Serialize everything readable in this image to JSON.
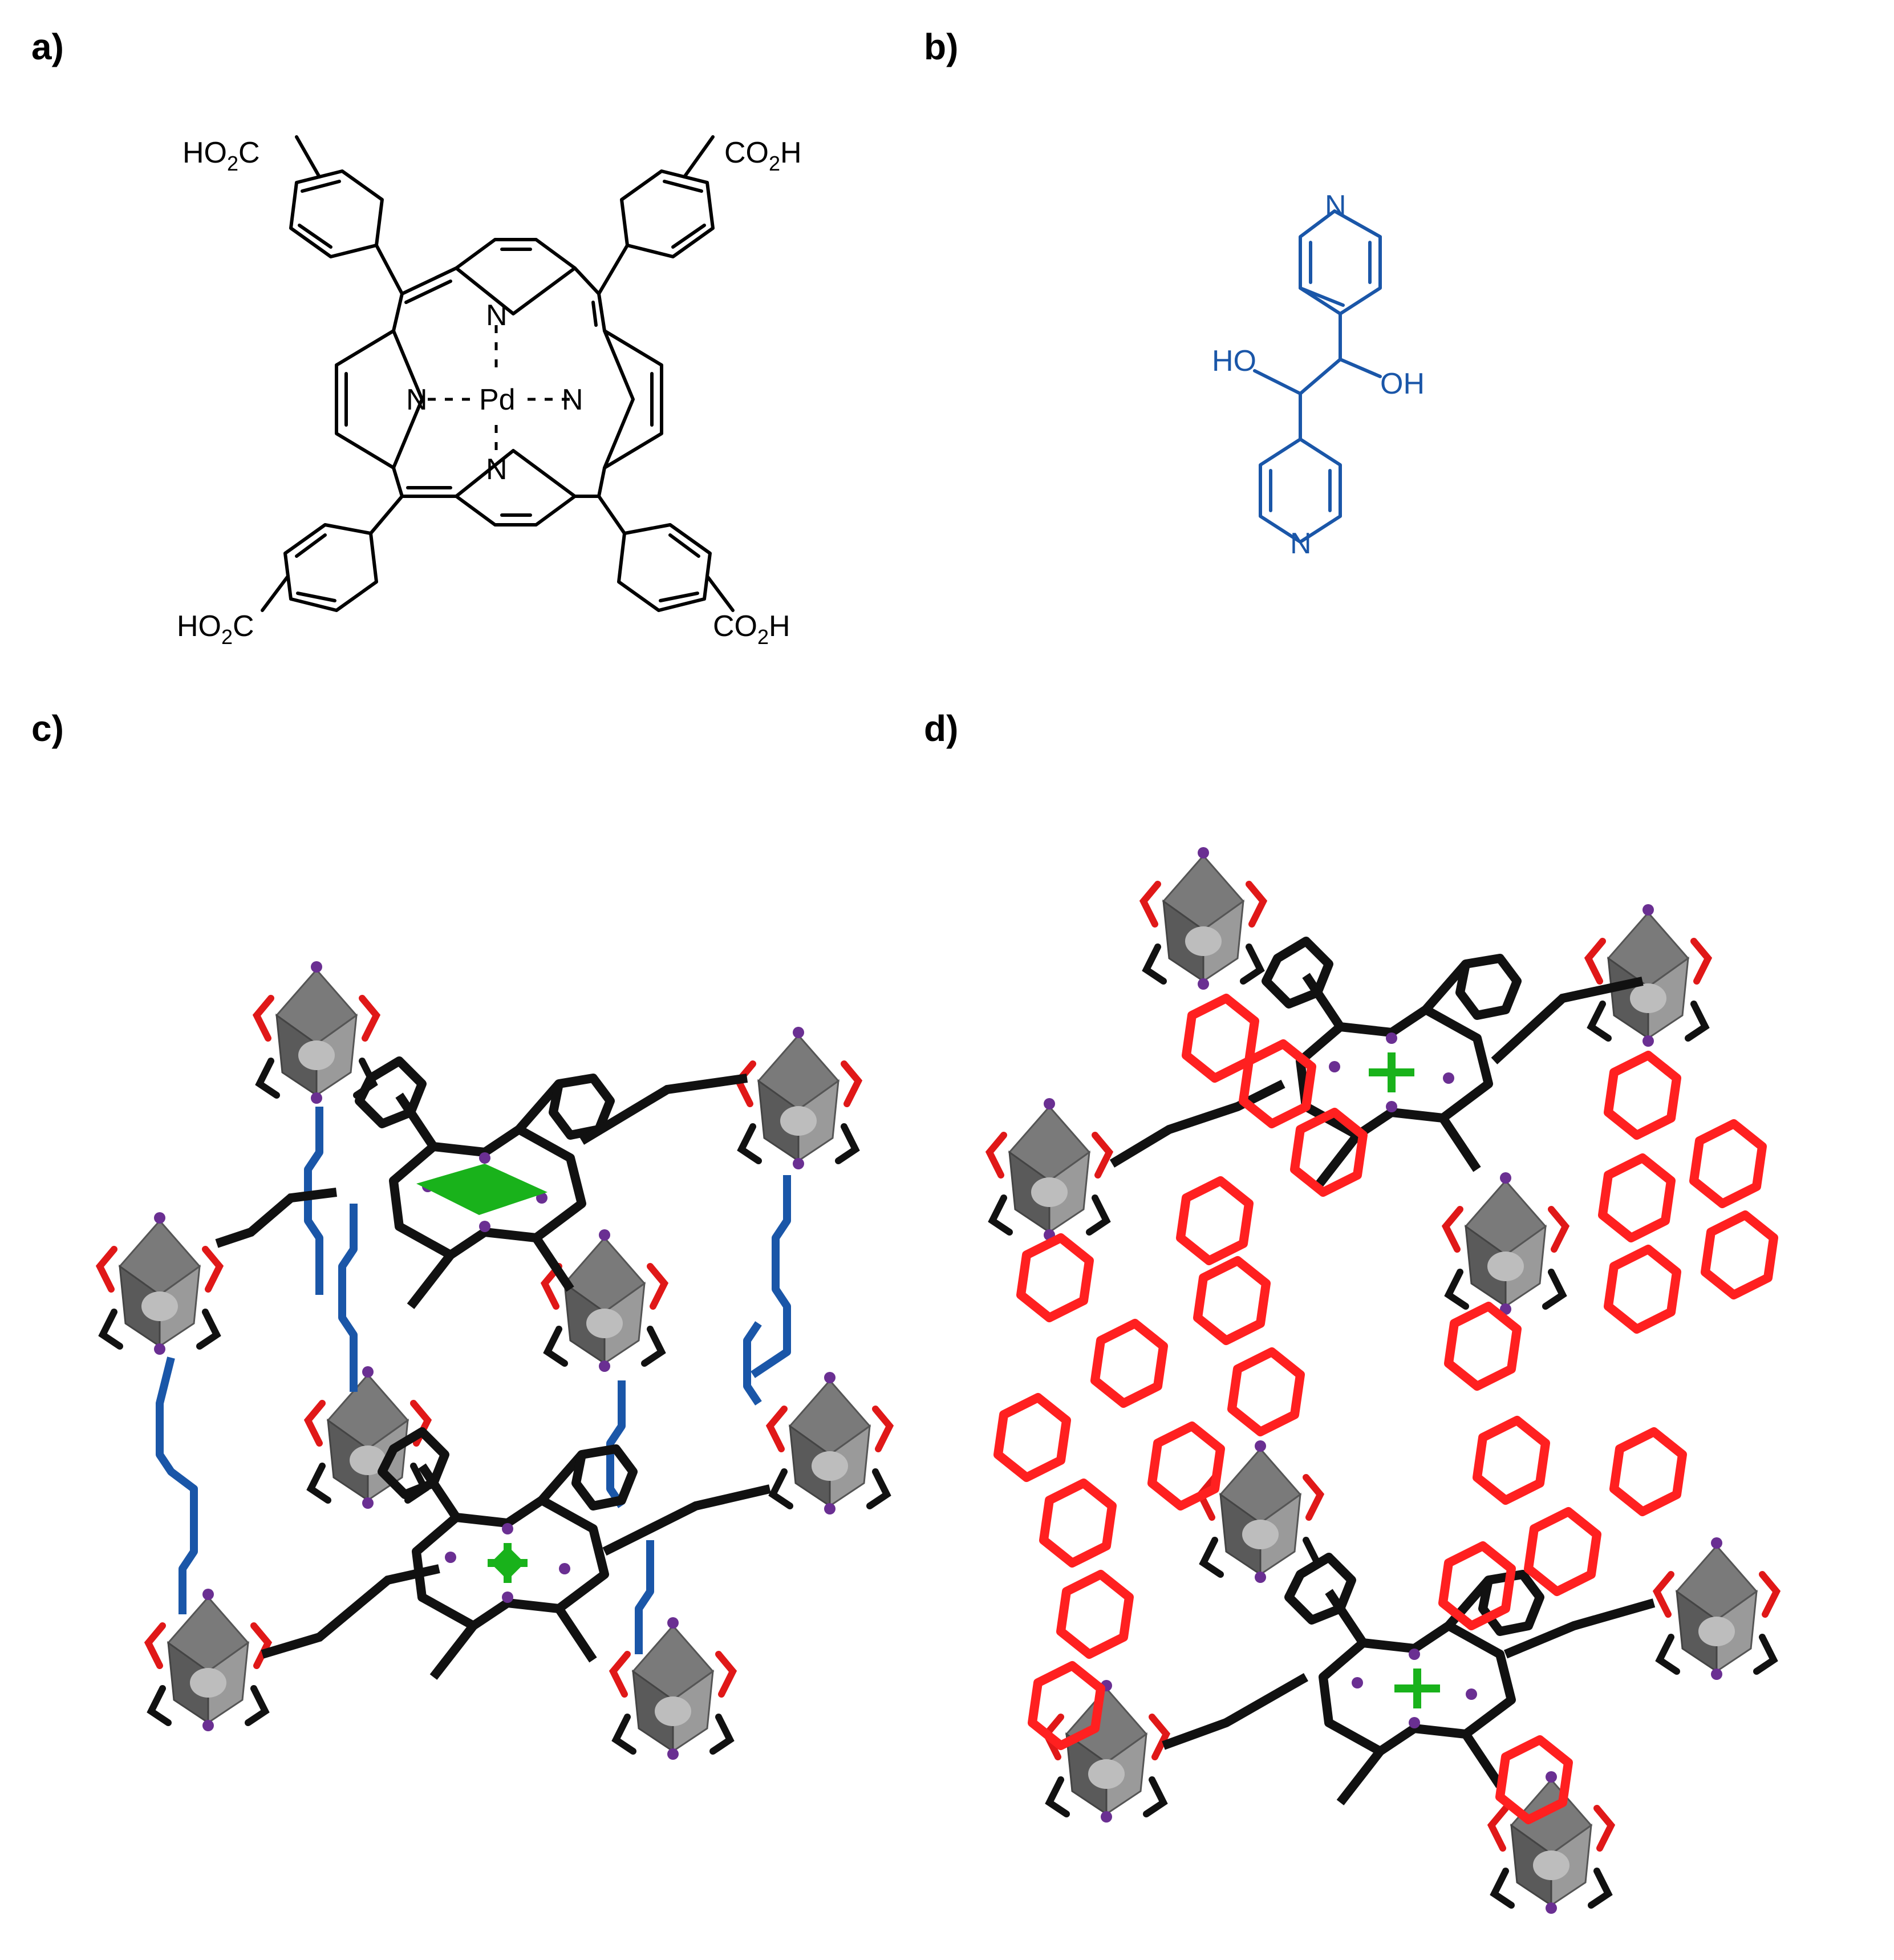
{
  "panels": {
    "a": {
      "label": "a)"
    },
    "b": {
      "label": "b)"
    },
    "c": {
      "label": "c)"
    },
    "d": {
      "label": "d)"
    }
  },
  "porphyrin": {
    "metal": "Pd",
    "nitrogen": "N",
    "carboxyl_left_main": "HO",
    "carboxyl_left_sub": "2",
    "carboxyl_left_tail": "C",
    "carboxyl_right_main": "CO",
    "carboxyl_right_sub": "2",
    "carboxyl_right_tail": "H"
  },
  "linker": {
    "nitrogen": "N",
    "hydroxyl_left": "HO",
    "hydroxyl_right": "OH"
  },
  "colors": {
    "linker_blue": "#1a56a8",
    "guest_red": "#ff2020",
    "framework_black": "#111111",
    "node_gray": "#7a7a7a",
    "metal_green": "#19b21b",
    "nitrogen_purple": "#6a2f92",
    "oxygen_red": "#e01818"
  }
}
